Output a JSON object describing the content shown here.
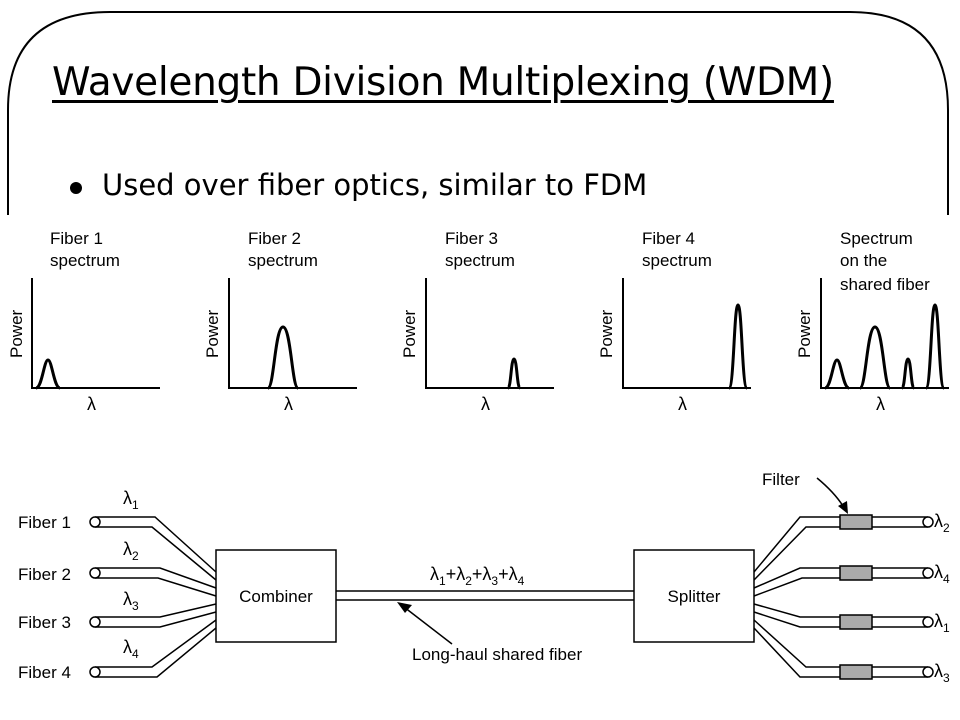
{
  "title": "Wavelength Division Multiplexing (WDM)",
  "bullet": "Used over fiber optics, similar to FDM",
  "spectra": [
    {
      "line1": "Fiber 1",
      "line2": "spectrum",
      "line3": ""
    },
    {
      "line1": "Fiber 2",
      "line2": "spectrum",
      "line3": ""
    },
    {
      "line1": "Fiber 3",
      "line2": "spectrum",
      "line3": ""
    },
    {
      "line1": "Fiber 4",
      "line2": "spectrum",
      "line3": ""
    },
    {
      "line1": "Spectrum",
      "line2": "on the",
      "line3": "shared fiber"
    }
  ],
  "axis_y_label": "Power",
  "axis_x_label": "λ",
  "inputs": [
    {
      "fiber": "Fiber 1",
      "sub": "1"
    },
    {
      "fiber": "Fiber 2",
      "sub": "2"
    },
    {
      "fiber": "Fiber 3",
      "sub": "3"
    },
    {
      "fiber": "Fiber 4",
      "sub": "4"
    }
  ],
  "combiner_label": "Combiner",
  "splitter_label": "Splitter",
  "shared_fiber_label": "Long-haul shared fiber",
  "filter_label": "Filter",
  "sum_label": {
    "sub1": "1",
    "sub2": "2",
    "sub3": "3",
    "sub4": "4"
  },
  "outputs": [
    {
      "sub": "2"
    },
    {
      "sub": "4"
    },
    {
      "sub": "1"
    },
    {
      "sub": "3"
    }
  ]
}
